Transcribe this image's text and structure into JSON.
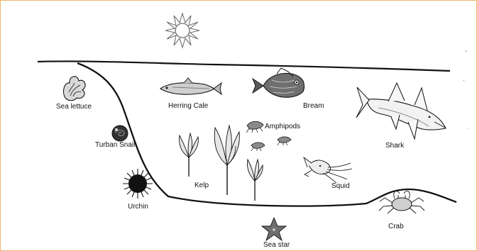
{
  "colors": {
    "border": "#f0b36a",
    "ink": "#111111",
    "gray": "#6f6f6f",
    "background": "#ffffff"
  },
  "labels": {
    "sea_lettuce": "Sea lettuce",
    "herring_cale": "Herring Cale",
    "bream": "Bream",
    "amphipods": "Amphipods",
    "turban_snail": "Turban Snail",
    "kelp": "Kelp",
    "urchin": "Urchin",
    "squid": "Squid",
    "shark": "Shark",
    "crab": "Crab",
    "sea_star": "Sea star"
  },
  "icons": {
    "sun": "sun-icon",
    "sea_lettuce": "sea-lettuce-icon",
    "herring_cale": "fish-icon",
    "bream": "fish-icon",
    "amphipods": "amphipod-icon",
    "turban_snail": "snail-icon",
    "kelp": "kelp-icon",
    "urchin": "urchin-icon",
    "squid": "squid-icon",
    "shark": "shark-icon",
    "crab": "crab-icon",
    "sea_star": "starfish-icon"
  }
}
